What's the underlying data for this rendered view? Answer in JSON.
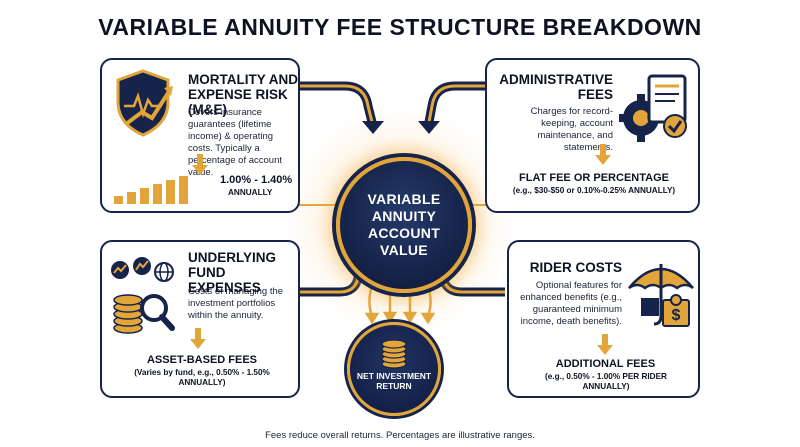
{
  "title": "VARIABLE ANNUITY FEE STRUCTURE BREAKDOWN",
  "hub": {
    "label": "VARIABLE ANNUITY ACCOUNT VALUE"
  },
  "net": {
    "label": "NET INVESTMENT RETURN"
  },
  "cards": {
    "mortality": {
      "title": "MORTALITY AND EXPENSE RISK (M&E)",
      "description": "Covers insurance guarantees (lifetime income) & operating costs. Typically a percentage of account value.",
      "fee": "1.00% - 1.40%",
      "fee_sub": "ANNUALLY",
      "icon": "shield-chart-icon"
    },
    "administrative": {
      "title": "ADMINISTRATIVE FEES",
      "description": "Charges for record-keeping, account maintenance, and statements.",
      "fee": "FLAT FEE OR PERCENTAGE",
      "fee_sub": "(e.g., $30-$50 or 0.10%-0.25% ANNUALLY)",
      "icon": "gear-document-icon"
    },
    "fund": {
      "title": "UNDERLYING FUND EXPENSES",
      "description": "Costs of managing the investment portfolios within the annuity.",
      "fee": "ASSET-BASED FEES",
      "fee_sub": "(Varies by fund, e.g., 0.50% - 1.50% ANNUALLY)",
      "icon": "coins-magnifier-icon"
    },
    "rider": {
      "title": "RIDER COSTS",
      "description": "Optional features for enhanced benefits (e.g., guaranteed minimum income, death benefits).",
      "fee": "ADDITIONAL FEES",
      "fee_sub": "(e.g., 0.50% - 1.00% PER RIDER ANNUALLY)",
      "icon": "umbrella-puzzle-icon"
    }
  },
  "footer": "Fees reduce overall returns. Percentages are illustrative ranges.",
  "colors": {
    "navy": "#16234a",
    "gold": "#e2a53a",
    "dark_text": "#0d1322"
  }
}
